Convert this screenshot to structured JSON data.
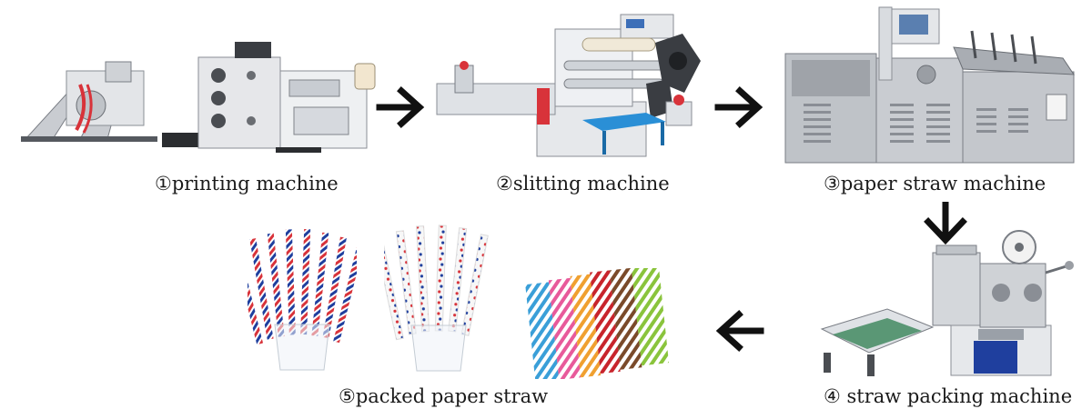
{
  "steps": [
    {
      "label": "①printing machine"
    },
    {
      "label": "②slitting machine"
    },
    {
      "label": "③paper straw machine"
    },
    {
      "label": "④ straw packing machine"
    },
    {
      "label": "⑤packed paper straw"
    }
  ],
  "colors": {
    "arrow": "#111111",
    "machine_body": "#d8dbe0",
    "machine_dark": "#3a3d42",
    "accent_red": "#d8333a",
    "accent_blue": "#1f3f9e",
    "accent_green": "#2e7d4f",
    "table_blue": "#2a8fd6"
  }
}
